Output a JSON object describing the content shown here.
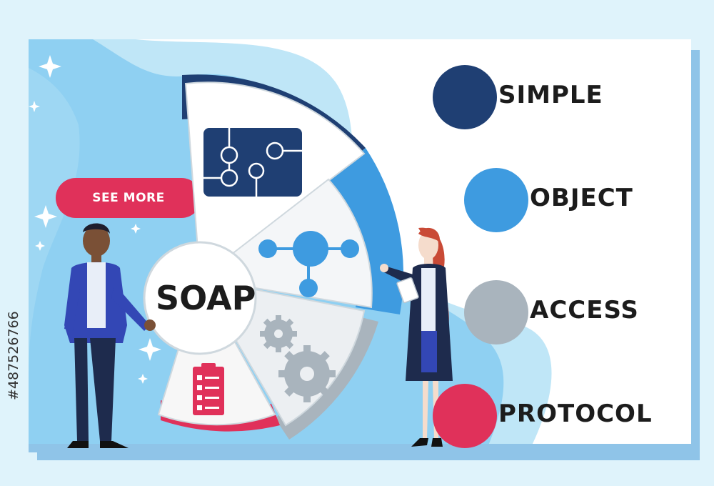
{
  "buttons": {
    "see_more": "SEE MORE"
  },
  "center_label": "SOAP",
  "acronym": [
    {
      "word": "SIMPLE",
      "color": "#1f3f73"
    },
    {
      "word": "OBJECT",
      "color": "#3e9be0"
    },
    {
      "word": "ACCESS",
      "color": "#a9b4bd"
    },
    {
      "word": "PROTOCOL",
      "color": "#e0315a"
    }
  ],
  "watermark": "#487526766",
  "icons": [
    "circuit-icon",
    "network-nodes-icon",
    "gears-icon",
    "checklist-icon",
    "sparkle-icon"
  ],
  "colors": {
    "navy": "#1f3f73",
    "blue": "#3e9be0",
    "grey": "#a9b4bd",
    "red": "#e0315a",
    "light_blue": "#8fd0f2"
  }
}
